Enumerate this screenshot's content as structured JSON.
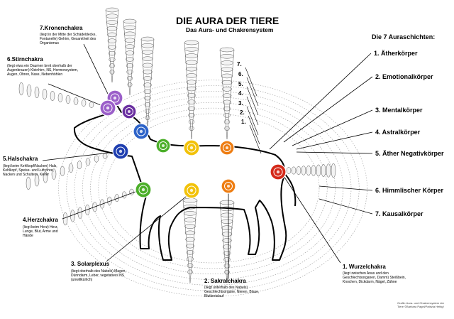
{
  "title": "DIE AURA DER TIERE",
  "subtitle": "Das Aura- und Chakrensystem",
  "layers_heading": "Die 7 Auraschichten:",
  "layers": [
    "1. Ätherkörper",
    "2. Emotionalkörper",
    "3. Mentalkörper",
    "4. Astralkörper",
    "5. Äther Negativkörper",
    "6. Himmlischer Körper",
    "7. Kausalkörper"
  ],
  "numbers": [
    "7.",
    "6.",
    "5.",
    "4.",
    "3.",
    "2.",
    "1."
  ],
  "chakras": {
    "krone": {
      "title": "7.Kronenchakra",
      "desc": "(liegt in der Mitte der Schädeldecke, Fontanelle) Gehirn, Gesamtheit des Organismus"
    },
    "stirn": {
      "title": "6.Stirnchakra",
      "desc": "(liegt etwa ein Daumen breit oberhalb der Augenbrauen) Kleinhirn, NS, Hormonsystem, Augen, Ohren, Nase, Nebenhöhlen"
    },
    "hals": {
      "title": "5.Halschakra",
      "desc": "(liegt beim Kehlkopf/Nacken) Hals, Kehlkopf, Speise- und Luftröhre, Nacken und Schultern, Kiefer"
    },
    "herz": {
      "title": "4.Herzchakra",
      "desc": "(liegt beim Herz) Herz, Lunge, Blut, Arme und Hände"
    },
    "solar": {
      "title": "3. Solarplexus",
      "desc": "(liegt oberhalb des Nabels) Magen, Dünndarm, Leber, vegetatives NS (unwillkürlich)"
    },
    "sakral": {
      "title": "2. Sakralchakra",
      "desc": "(liegt unterhalb des Nabels) Geschlechtsorgane, Nieren, Blase, Blutkreislauf"
    },
    "wurzel": {
      "title": "1. Wurzelchakra",
      "desc": "(liegt zwischen Anus und den Geschlechtsorganen, Damm) Steißbein, Knochen, Dickdarm, Nägel, Zähne"
    }
  },
  "credit": "Grafik: Aura- und Chakrensystem der Tiere ©Barbara Pagel/Patrizia Hettig/",
  "colors": {
    "krone": "#9b5fc9",
    "stirn": "#6a2fa0",
    "hals": "#1f3fb0",
    "hals2": "#2d63c8",
    "herz": "#4caf2a",
    "solar": "#f2c20a",
    "sakral": "#ee7d12",
    "wurzel": "#d42a1a"
  }
}
